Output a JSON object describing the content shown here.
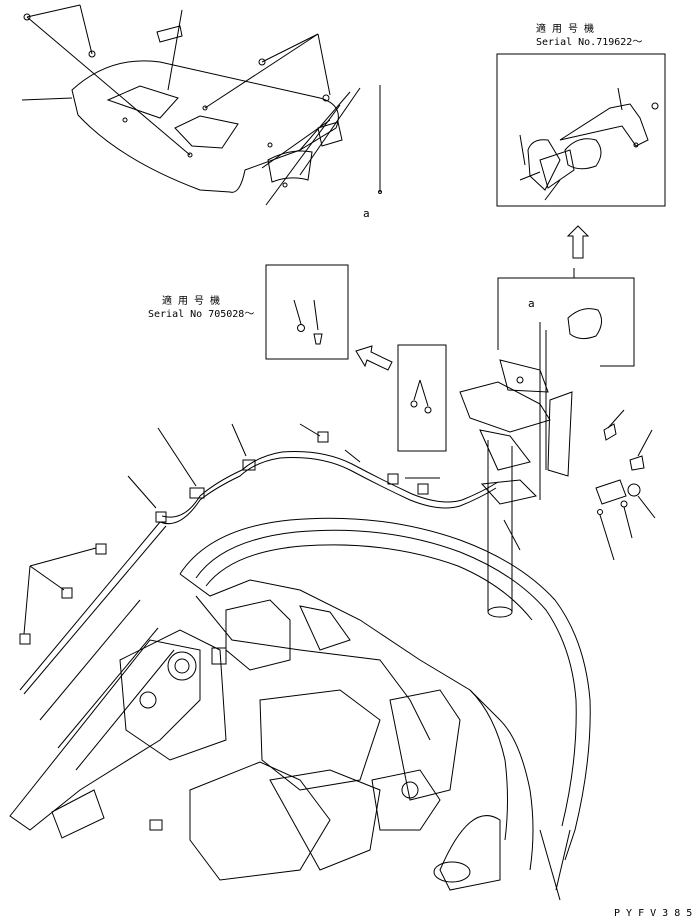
{
  "inset_top_right": {
    "applicable_label": "適 用 号 機",
    "serial_label": "Serial No.719622～"
  },
  "inset_middle": {
    "applicable_label": "適 用 号 機",
    "serial_label": "Serial No 705028～"
  },
  "callouts": {
    "a_top": "a",
    "a_middle": "a"
  },
  "drawing_code": "P Y F V 3 8 5",
  "colors": {
    "line": "#000000",
    "background": "#ffffff"
  }
}
